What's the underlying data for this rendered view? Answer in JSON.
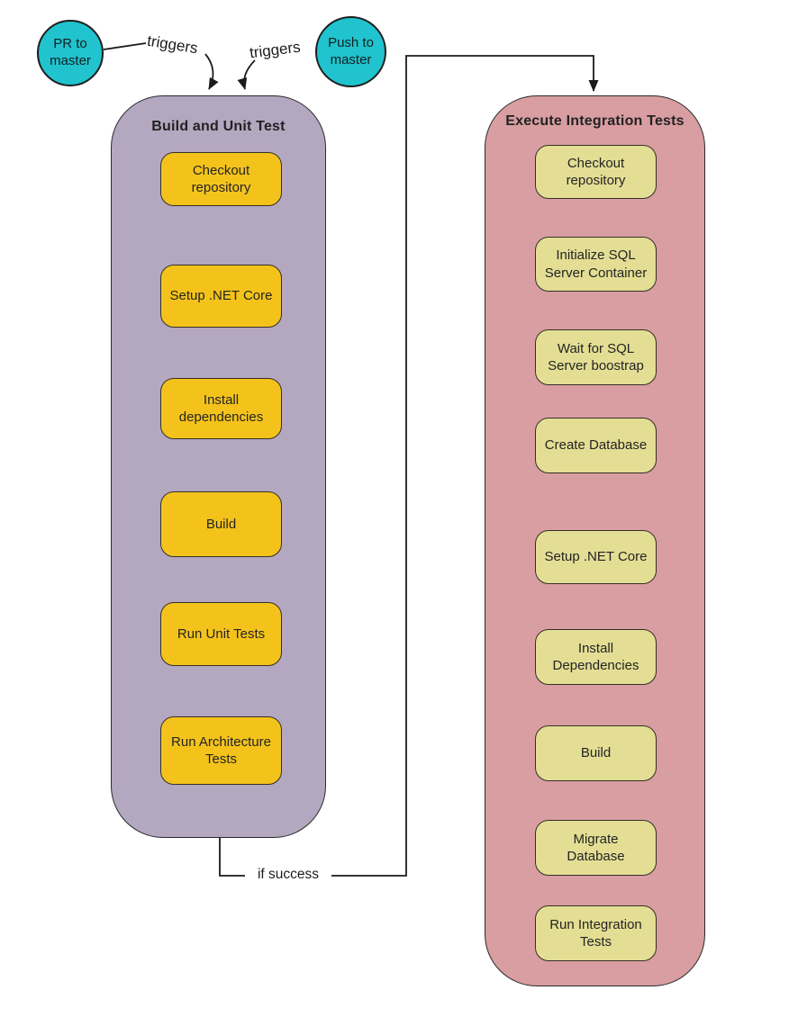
{
  "diagram": {
    "type": "ci-cd-flowchart",
    "colors": {
      "trigger_circle": "#20C3CE",
      "build_container": "#B4A7C0",
      "integration_container": "#D99EA1",
      "build_step": "#F4C31B",
      "integration_step": "#E3DE94",
      "edge": "#1b1b1b"
    },
    "start_nodes": [
      {
        "label": "PR to master"
      },
      {
        "label": "Push to master"
      }
    ],
    "edge_labels": {
      "trigger_left": "triggers",
      "trigger_right": "triggers",
      "success": "if success"
    },
    "pipelines": [
      {
        "title": "Build and Unit Test",
        "steps": [
          "Checkout repository",
          "Setup .NET Core",
          "Install dependencies",
          "Build",
          "Run Unit Tests",
          "Run Architecture Tests"
        ]
      },
      {
        "title": "Execute Integration Tests",
        "steps": [
          "Checkout repository",
          "Initialize SQL Server Container",
          "Wait for SQL Server boostrap",
          "Create Database",
          "Setup .NET Core",
          "Install Dependencies",
          "Build",
          "Migrate Database",
          "Run Integration Tests"
        ]
      }
    ]
  }
}
